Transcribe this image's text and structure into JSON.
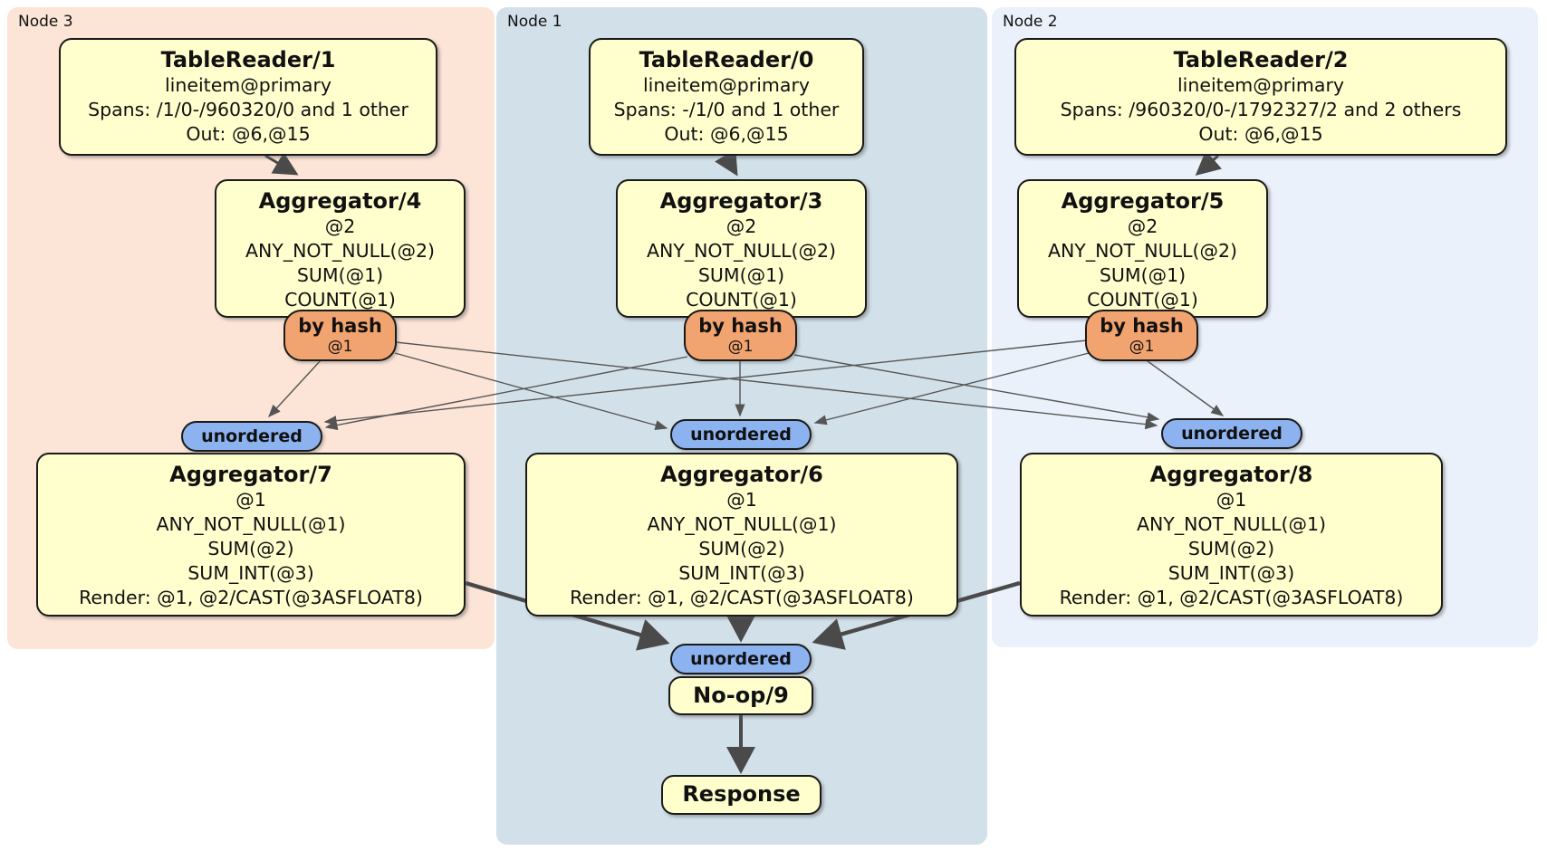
{
  "groups": [
    {
      "label": "Node 3",
      "table_reader": {
        "title": "TableReader/1",
        "lines": [
          "lineitem@primary",
          "Spans: /1/0-/960320/0 and 1 other",
          "Out: @6,@15"
        ]
      },
      "aggregator_top": {
        "title": "Aggregator/4",
        "lines": [
          "@2",
          "ANY_NOT_NULL(@2)",
          "SUM(@1)",
          "COUNT(@1)"
        ]
      },
      "hash_router": {
        "label": "by hash",
        "detail": "@1"
      },
      "sync": {
        "label": "unordered"
      },
      "aggregator_final": {
        "title": "Aggregator/7",
        "lines": [
          "@1",
          "ANY_NOT_NULL(@1)",
          "SUM(@2)",
          "SUM_INT(@3)",
          "Render: @1, @2/CAST(@3ASFLOAT8)"
        ]
      }
    },
    {
      "label": "Node 1",
      "table_reader": {
        "title": "TableReader/0",
        "lines": [
          "lineitem@primary",
          "Spans: -/1/0 and 1 other",
          "Out: @6,@15"
        ]
      },
      "aggregator_top": {
        "title": "Aggregator/3",
        "lines": [
          "@2",
          "ANY_NOT_NULL(@2)",
          "SUM(@1)",
          "COUNT(@1)"
        ]
      },
      "hash_router": {
        "label": "by hash",
        "detail": "@1"
      },
      "sync": {
        "label": "unordered"
      },
      "aggregator_final": {
        "title": "Aggregator/6",
        "lines": [
          "@1",
          "ANY_NOT_NULL(@1)",
          "SUM(@2)",
          "SUM_INT(@3)",
          "Render: @1, @2/CAST(@3ASFLOAT8)"
        ]
      }
    },
    {
      "label": "Node 2",
      "table_reader": {
        "title": "TableReader/2",
        "lines": [
          "lineitem@primary",
          "Spans: /960320/0-/1792327/2 and 2 others",
          "Out: @6,@15"
        ]
      },
      "aggregator_top": {
        "title": "Aggregator/5",
        "lines": [
          "@2",
          "ANY_NOT_NULL(@2)",
          "SUM(@1)",
          "COUNT(@1)"
        ]
      },
      "hash_router": {
        "label": "by hash",
        "detail": "@1"
      },
      "sync": {
        "label": "unordered"
      },
      "aggregator_final": {
        "title": "Aggregator/8",
        "lines": [
          "@1",
          "ANY_NOT_NULL(@1)",
          "SUM(@2)",
          "SUM_INT(@3)",
          "Render: @1, @2/CAST(@3ASFLOAT8)"
        ]
      }
    }
  ],
  "final_stage": {
    "sync": {
      "label": "unordered"
    },
    "noop": {
      "title": "No-op/9"
    },
    "response": {
      "title": "Response"
    }
  },
  "colors": {
    "node3-bg": "#fce4d6",
    "node1-bg": "#d2e0e9",
    "node2-bg": "#ebf1fa",
    "box-bg": "#ffffce",
    "box-border": "#1a1a1a",
    "hash-bg": "#f2a470",
    "sync-bg": "#8cb3f0",
    "edge": "#4a4a4a",
    "edge-thin": "#555555"
  }
}
